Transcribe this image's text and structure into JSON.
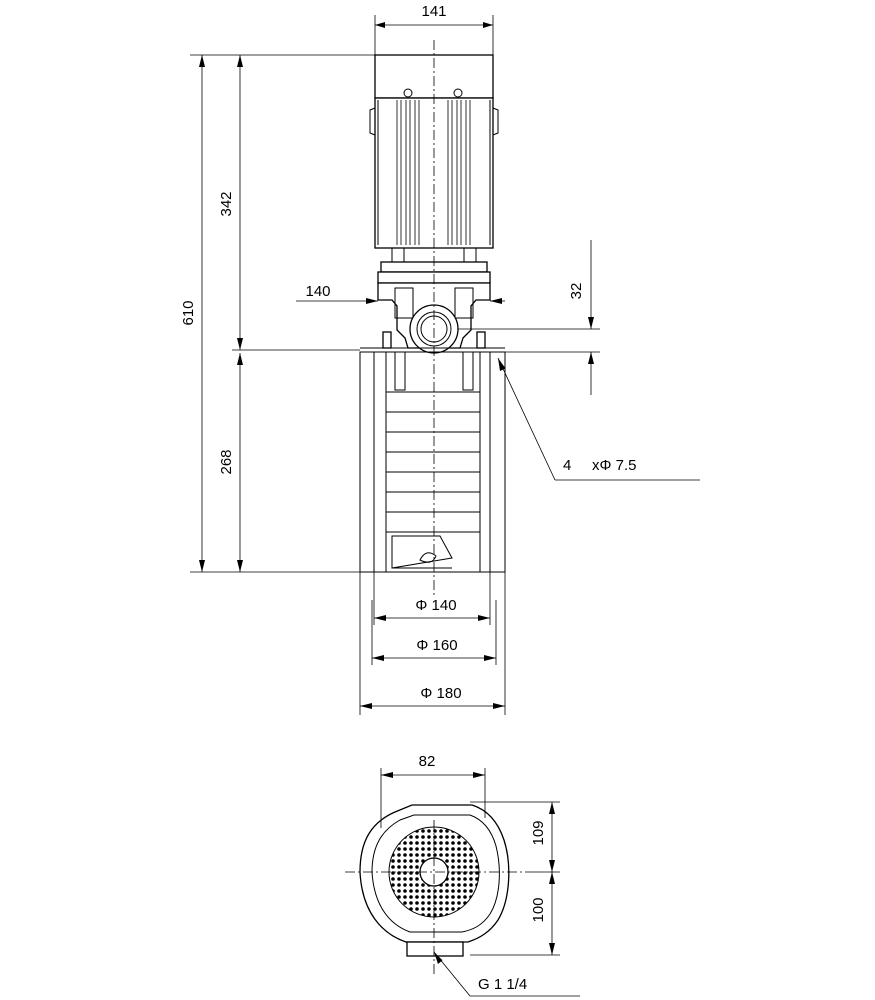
{
  "dimensions": {
    "motor_width": "141",
    "total_height": "610",
    "motor_height": "342",
    "head_width": "140",
    "port_offset": "32",
    "pump_height": "268",
    "holes": "4",
    "holes_spec": "xΦ 7.5",
    "inner_dia": "Φ 140",
    "mid_dia": "Φ 160",
    "outer_dia": "Φ 180",
    "base_width": "82",
    "base_top": "109",
    "base_bottom": "100",
    "thread": "G 1 1/4"
  },
  "colors": {
    "line": "#000000",
    "background": "#ffffff"
  }
}
